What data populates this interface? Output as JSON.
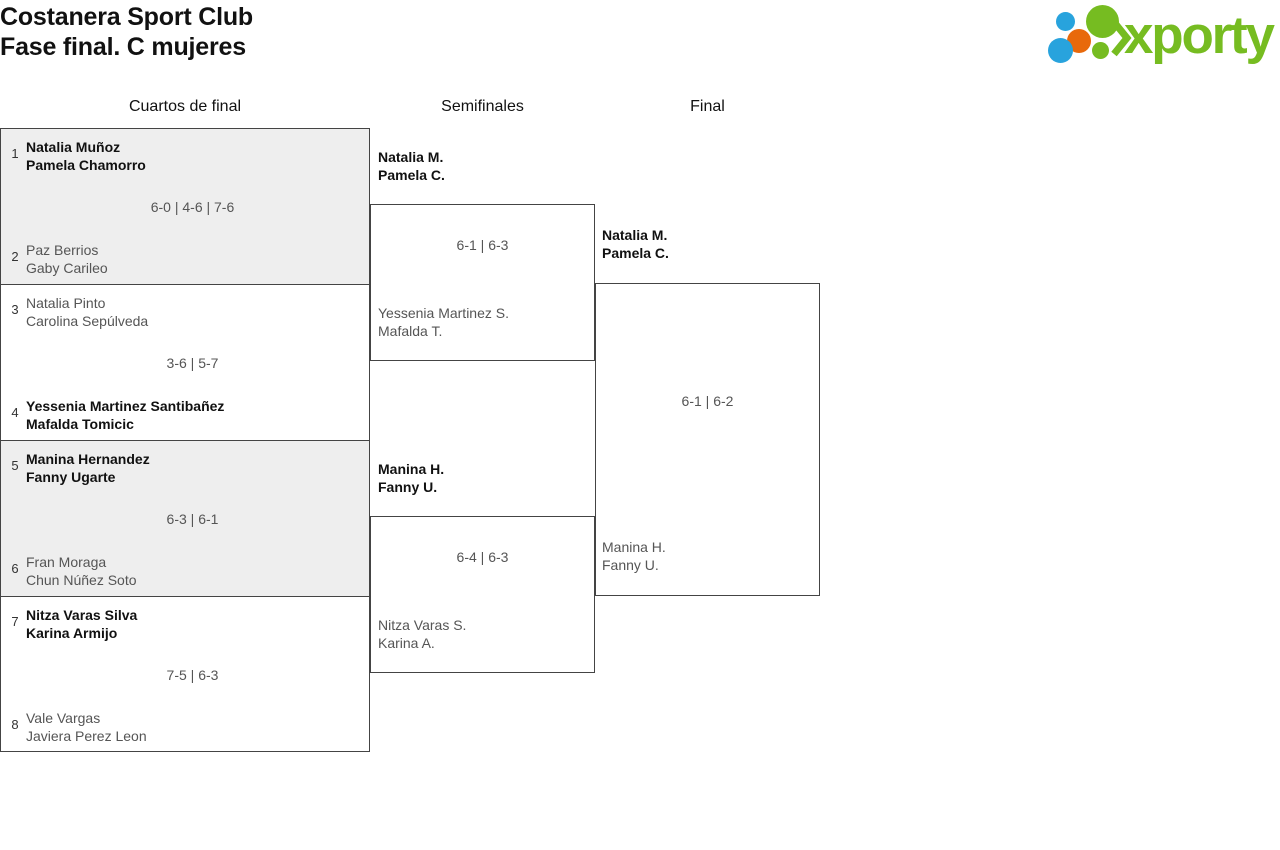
{
  "header": {
    "club": "Costanera Sport Club",
    "category": "Fase final. C mujeres",
    "logo": {
      "wordmark": "xporty",
      "green": "#76bc21",
      "orange": "#e8690b",
      "blue": "#28a3dd"
    }
  },
  "rounds": [
    {
      "id": "quarterfinals",
      "label": "Cuartos de final"
    },
    {
      "id": "semifinals",
      "label": "Semifinales"
    },
    {
      "id": "final",
      "label": "Final"
    }
  ],
  "quarterfinals": [
    {
      "top": {
        "seed": "1",
        "p1": "Natalia Muñoz",
        "p2": "Pamela Chamorro",
        "result": "winner"
      },
      "bottom": {
        "seed": "2",
        "p1": "Paz Berrios",
        "p2": "Gaby Carileo",
        "result": "loser"
      },
      "score": "6-0 | 4-6 | 7-6"
    },
    {
      "top": {
        "seed": "3",
        "p1": "Natalia Pinto",
        "p2": "Carolina Sepúlveda",
        "result": "loser"
      },
      "bottom": {
        "seed": "4",
        "p1": "Yessenia Martinez Santibañez",
        "p2": "Mafalda Tomicic",
        "result": "winner"
      },
      "score": "3-6 | 5-7"
    },
    {
      "top": {
        "seed": "5",
        "p1": "Manina Hernandez",
        "p2": "Fanny Ugarte",
        "result": "winner"
      },
      "bottom": {
        "seed": "6",
        "p1": "Fran Moraga",
        "p2": "Chun Núñez Soto",
        "result": "loser"
      },
      "score": "6-3 | 6-1"
    },
    {
      "top": {
        "seed": "7",
        "p1": "Nitza Varas Silva",
        "p2": "Karina Armijo",
        "result": "winner"
      },
      "bottom": {
        "seed": "8",
        "p1": "Vale Vargas",
        "p2": "Javiera Perez Leon",
        "result": "loser"
      },
      "score": "7-5 | 6-3"
    }
  ],
  "semifinals": [
    {
      "top": {
        "p1": "Natalia M.",
        "p2": "Pamela C.",
        "result": "winner"
      },
      "bottom": {
        "p1": "Yessenia Martinez S.",
        "p2": "Mafalda T.",
        "result": "loser"
      },
      "score": "6-1 | 6-3"
    },
    {
      "top": {
        "p1": "Manina H.",
        "p2": "Fanny U.",
        "result": "winner"
      },
      "bottom": {
        "p1": "Nitza Varas S.",
        "p2": "Karina A.",
        "result": "loser"
      },
      "score": "6-4 | 6-3"
    }
  ],
  "final": {
    "top": {
      "p1": "Natalia M.",
      "p2": "Pamela C.",
      "result": "winner"
    },
    "bottom": {
      "p1": "Manina H.",
      "p2": "Fanny U.",
      "result": "loser"
    },
    "score": "6-1 | 6-2"
  }
}
